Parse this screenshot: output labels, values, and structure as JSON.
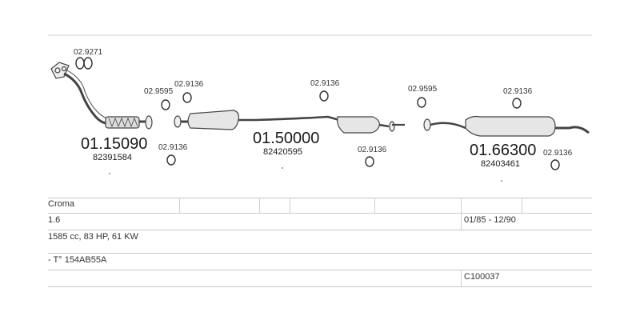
{
  "diagram": {
    "part_numbers": {
      "front_pipe": "01.15090",
      "middle_silencer": "01.50000",
      "rear_silencer": "01.66300"
    },
    "oem_numbers": {
      "front_pipe": "82391584",
      "middle_silencer": "82420595",
      "rear_silencer": "82403461"
    },
    "fittings": {
      "f1": "02.9271",
      "f2": "02.9595",
      "f3": "02.9136",
      "f4": "02.9136",
      "f5": "02.9136",
      "f6": "02.9136",
      "f7": "02.9595",
      "f8": "02.9136",
      "f9": "02.9136"
    }
  },
  "info": {
    "model": "Croma",
    "engine": "1.6",
    "dates": "01/85 - 12/90",
    "spec": "1585 cc, 83 HP, 61 KW",
    "engine_code": "- T° 154AB55A",
    "catalog_code": "C100037"
  }
}
